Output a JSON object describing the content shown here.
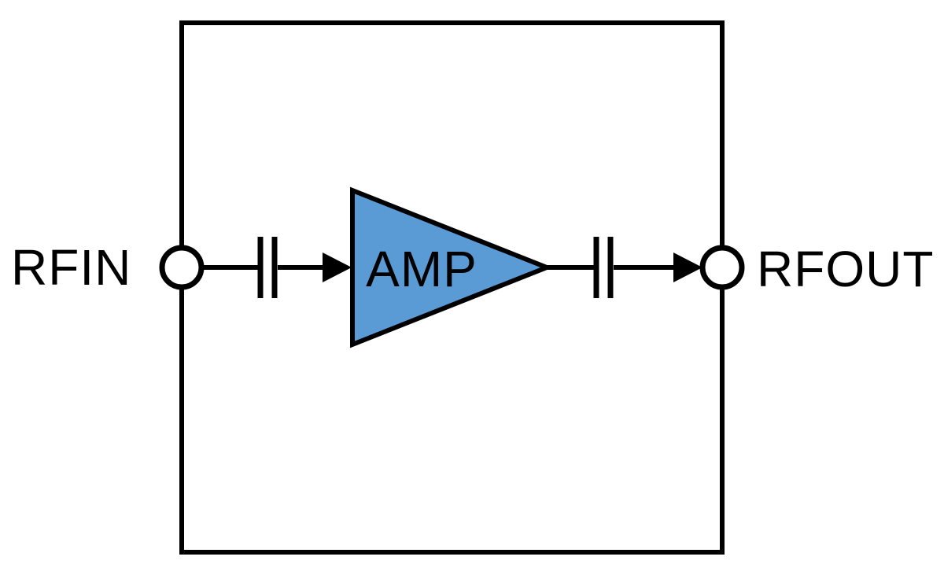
{
  "diagram": {
    "labels": {
      "input_port": "RFIN",
      "amplifier": "AMP",
      "output_port": "RFOUT"
    },
    "colors": {
      "amp_fill": "#5B9BD5",
      "line": "#000000",
      "terminal_fill": "#FFFFFF",
      "background": "#FFFFFF"
    }
  }
}
